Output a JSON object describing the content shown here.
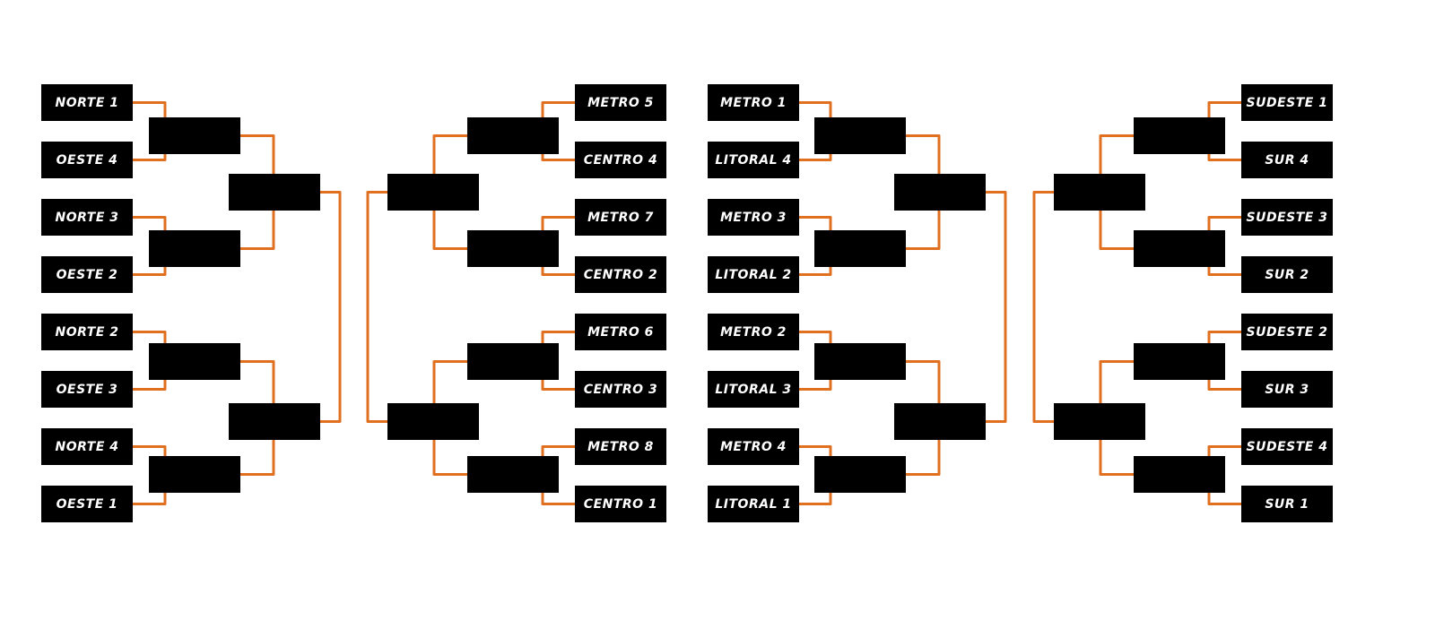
{
  "bracket": {
    "line_color": "#e07020",
    "box_color": "#000000",
    "sections": [
      {
        "id": "norte-oeste",
        "direction": "right",
        "teams": [
          "NORTE 1",
          "OESTE 4",
          "NORTE 3",
          "OESTE 2",
          "NORTE 2",
          "OESTE 3",
          "NORTE 4",
          "OESTE 1"
        ]
      },
      {
        "id": "metro-centro",
        "direction": "left",
        "teams": [
          "METRO 5",
          "CENTRO 4",
          "METRO 7",
          "CENTRO 2",
          "METRO 6",
          "CENTRO 3",
          "METRO 8",
          "CENTRO 1"
        ]
      },
      {
        "id": "metro-litoral",
        "direction": "right",
        "teams": [
          "METRO 1",
          "LITORAL 4",
          "METRO 3",
          "LITORAL 2",
          "METRO 2",
          "LITORAL 3",
          "METRO 4",
          "LITORAL 1"
        ]
      },
      {
        "id": "sudeste-sur",
        "direction": "left",
        "teams": [
          "SUDESTE 1",
          "SUR 4",
          "SUDESTE 3",
          "SUR 2",
          "SUDESTE 2",
          "SUR 3",
          "SUDESTE 4",
          "SUR 1"
        ]
      }
    ]
  }
}
